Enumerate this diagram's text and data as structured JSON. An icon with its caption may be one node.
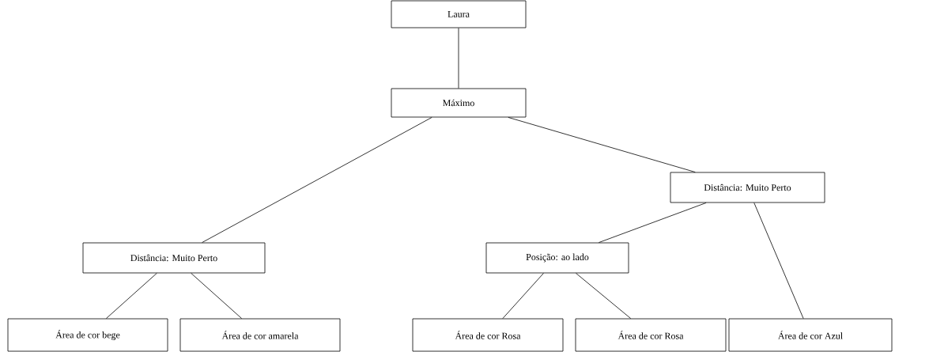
{
  "diagram": {
    "nodes": [
      {
        "text": [
          "Laura"
        ]
      },
      {
        "text": [
          "Máximo"
        ]
      },
      {
        "text": [
          "Distância: Muito Perto"
        ]
      },
      {
        "text": [
          "Distância: Muito Perto"
        ]
      },
      {
        "text": [
          "Posição: ao lado"
        ]
      },
      {
        "text": [
          "Área de cor bege"
        ]
      },
      {
        "text": [
          "Área de cor amarela"
        ]
      },
      {
        "text": [
          "Área de cor Rosa"
        ]
      },
      {
        "text": [
          "Área de cor Rosa"
        ]
      },
      {
        "text": [
          "Área de cor Azul"
        ]
      }
    ],
    "edges": [
      {
        "from": 0,
        "to": 1,
        "arrow": "none"
      },
      {
        "from": 1,
        "to": 3,
        "arrow": "none"
      },
      {
        "from": 1,
        "to": 2,
        "arrow": "none"
      },
      {
        "from": 2,
        "to": 4,
        "arrow": "none"
      },
      {
        "from": 2,
        "to": 9,
        "arrow": "none"
      },
      {
        "from": 3,
        "to": 5,
        "arrow": "none"
      },
      {
        "from": 3,
        "to": 6,
        "arrow": "none"
      },
      {
        "from": 4,
        "to": 7,
        "arrow": "none"
      },
      {
        "from": 4,
        "to": 8,
        "arrow": "none"
      }
    ]
  }
}
